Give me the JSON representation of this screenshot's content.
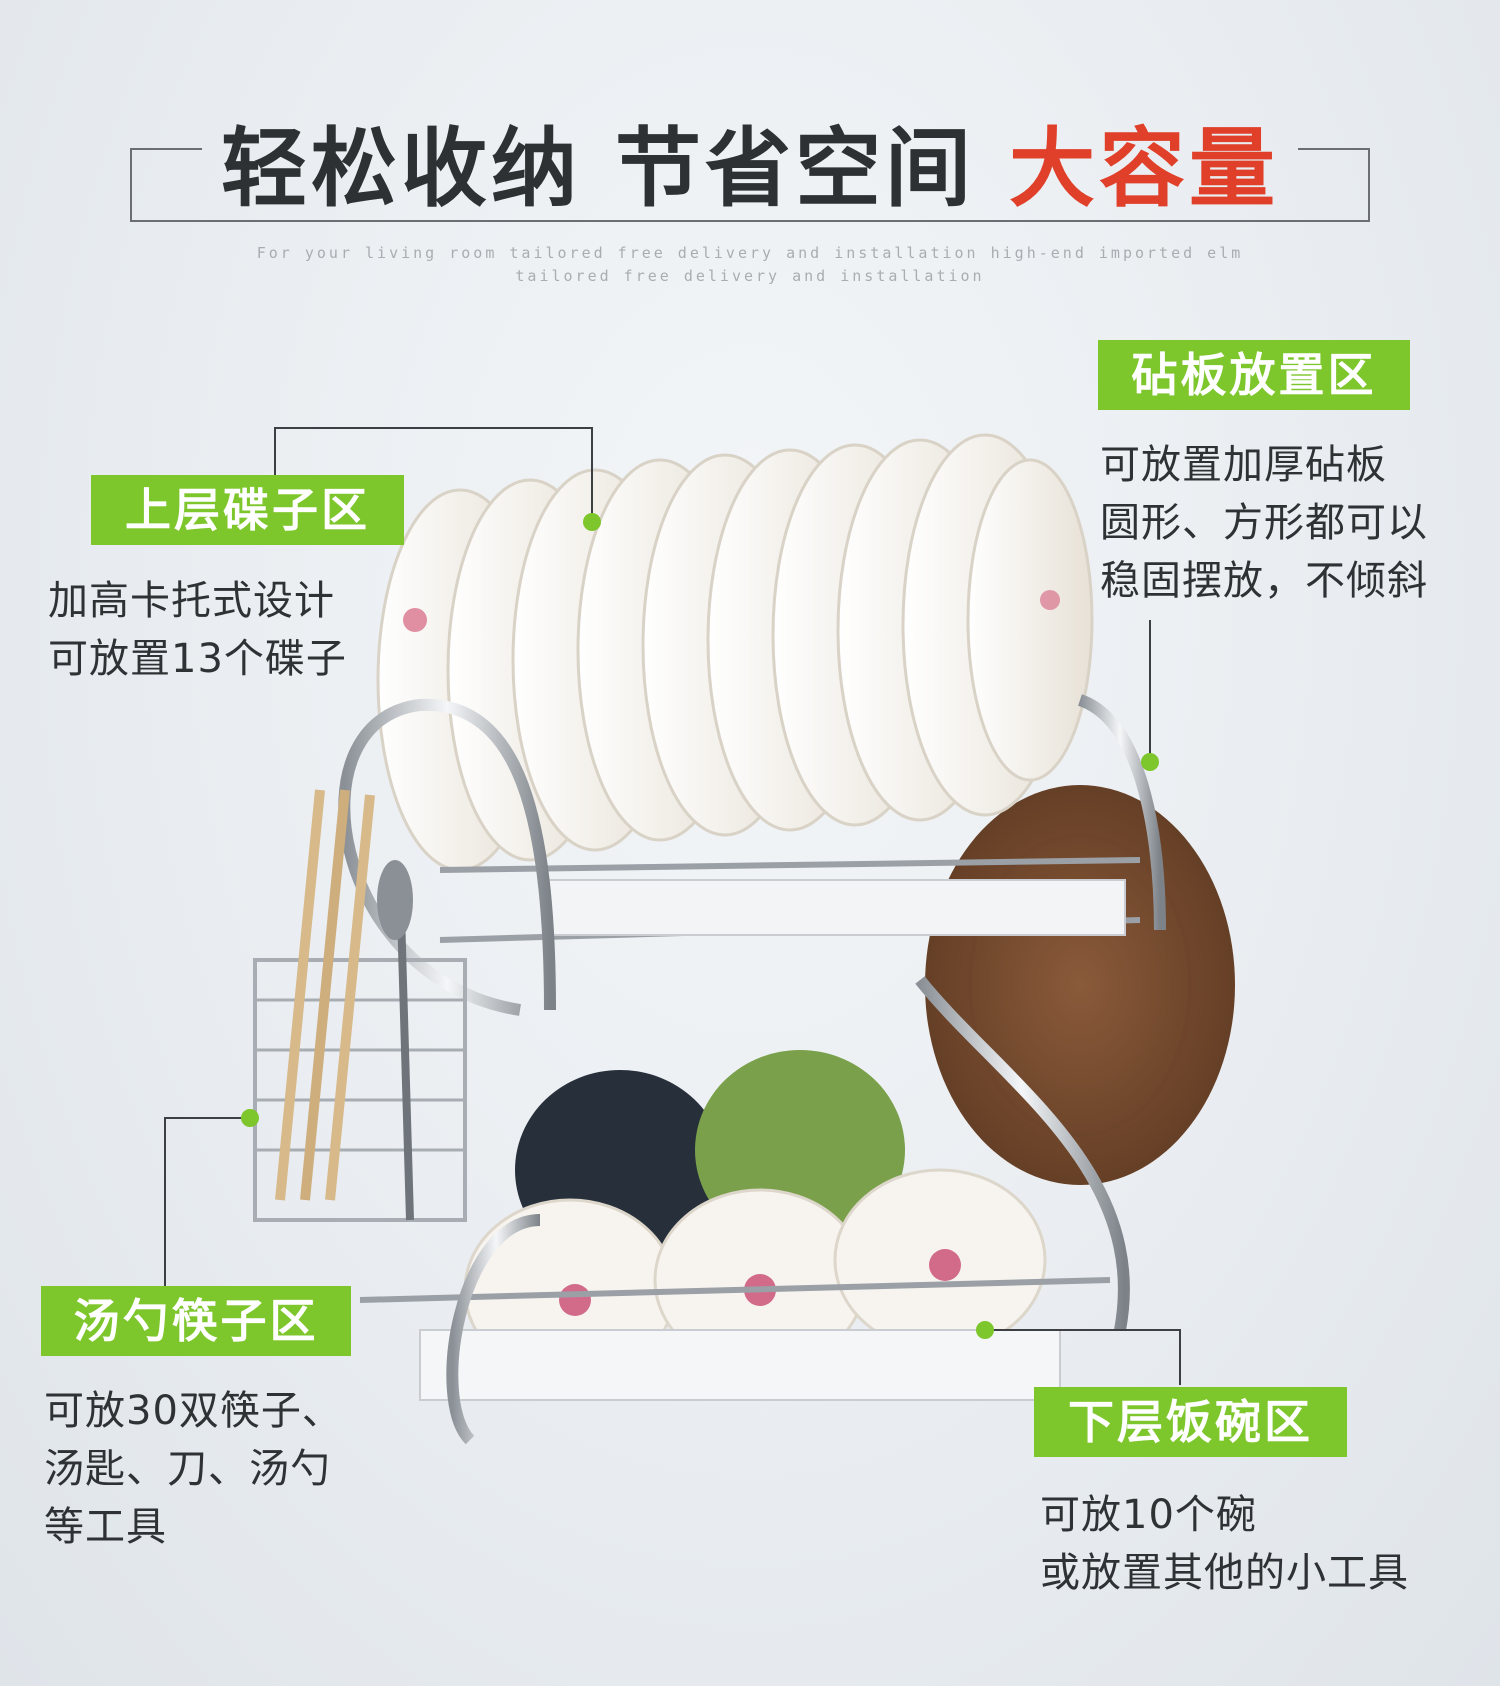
{
  "headline": {
    "part1": "轻松收纳 节省空间",
    "part2": "大容量",
    "subtitle_line1": "For your living room tailored free delivery and installation high-end imported elm",
    "subtitle_line2": "tailored free delivery and installation"
  },
  "callouts": [
    {
      "id": "upper",
      "tag": "上层碟子区",
      "lines": [
        "加高卡托式设计",
        "可放置13个碟子"
      ]
    },
    {
      "id": "board",
      "tag": "砧板放置区",
      "lines": [
        "可放置加厚砧板",
        "圆形、方形都可以",
        "稳固摆放，不倾斜"
      ]
    },
    {
      "id": "utensil",
      "tag": "汤勺筷子区",
      "lines": [
        "可放30双筷子、",
        "汤匙、刀、汤勺",
        "等工具"
      ]
    },
    {
      "id": "lower",
      "tag": "下层饭碗区",
      "lines": [
        "可放10个碗",
        "或放置其他的小工具"
      ]
    }
  ],
  "colors": {
    "accent_green": "#7dc62c",
    "headline_red": "#e0402a",
    "text_dark": "#2f3235"
  }
}
